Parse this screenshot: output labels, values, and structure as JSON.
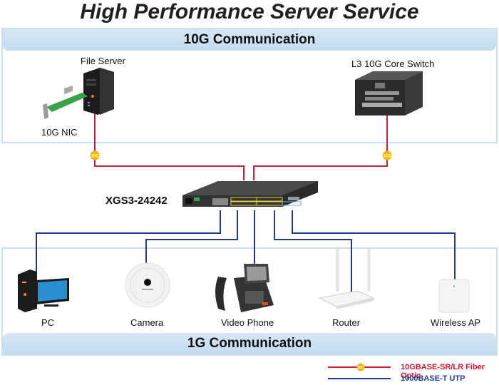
{
  "title": "High Performance Server Service",
  "zones": {
    "top": {
      "label": "10G Communication"
    },
    "bottom": {
      "label": "1G Communication"
    }
  },
  "devices_top": {
    "file_server": "File Server",
    "nic": "10G NIC",
    "core_switch": "L3 10G Core Switch"
  },
  "switch": {
    "model": "XGS3-24242"
  },
  "devices_bottom": {
    "pc": "PC",
    "camera": "Camera",
    "video_phone": "Video Phone",
    "router": "Router",
    "wireless_ap": "Wireless AP"
  },
  "badges": {
    "fiber_badge": "10G"
  },
  "legend": {
    "fiber": {
      "label": "10GBASE-SR/LR Fiber Optic",
      "color": "#d7172f"
    },
    "utp": {
      "label": "1000BASE-T UTP",
      "color": "#1e3c96"
    }
  },
  "colors": {
    "fiber_line": "#c8213a",
    "utp_line": "#22389a",
    "badge_fill": "#f7b500",
    "zone_band": "#cfe3f3"
  }
}
